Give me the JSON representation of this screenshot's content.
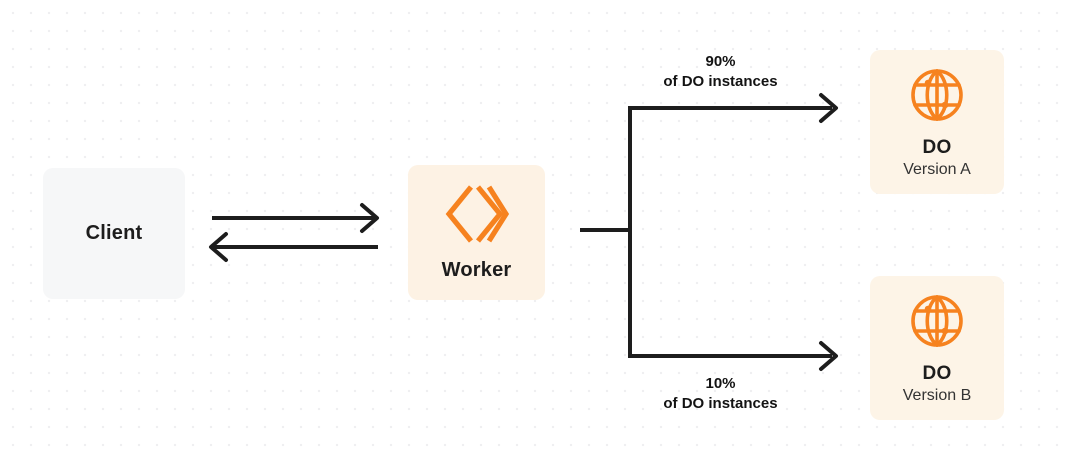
{
  "diagram": {
    "nodes": {
      "client": {
        "label": "Client"
      },
      "worker": {
        "label": "Worker",
        "icon": "cloudflare-workers-icon"
      },
      "do_a": {
        "title": "DO",
        "subtitle": "Version A",
        "icon": "globe-icon"
      },
      "do_b": {
        "title": "DO",
        "subtitle": "Version B",
        "icon": "globe-icon"
      }
    },
    "edges": {
      "top": {
        "percent": "90%",
        "description": "of DO instances"
      },
      "bottom": {
        "percent": "10%",
        "description": "of DO instances"
      }
    },
    "colors": {
      "accent_orange": "#f6821f",
      "client_bg": "#f6f7f8",
      "worker_bg": "#fdf2e4",
      "do_bg": "#fdf4e7",
      "line": "#1d1d1d",
      "text": "#1d1d1d",
      "grid_dot": "#efeff1"
    }
  }
}
